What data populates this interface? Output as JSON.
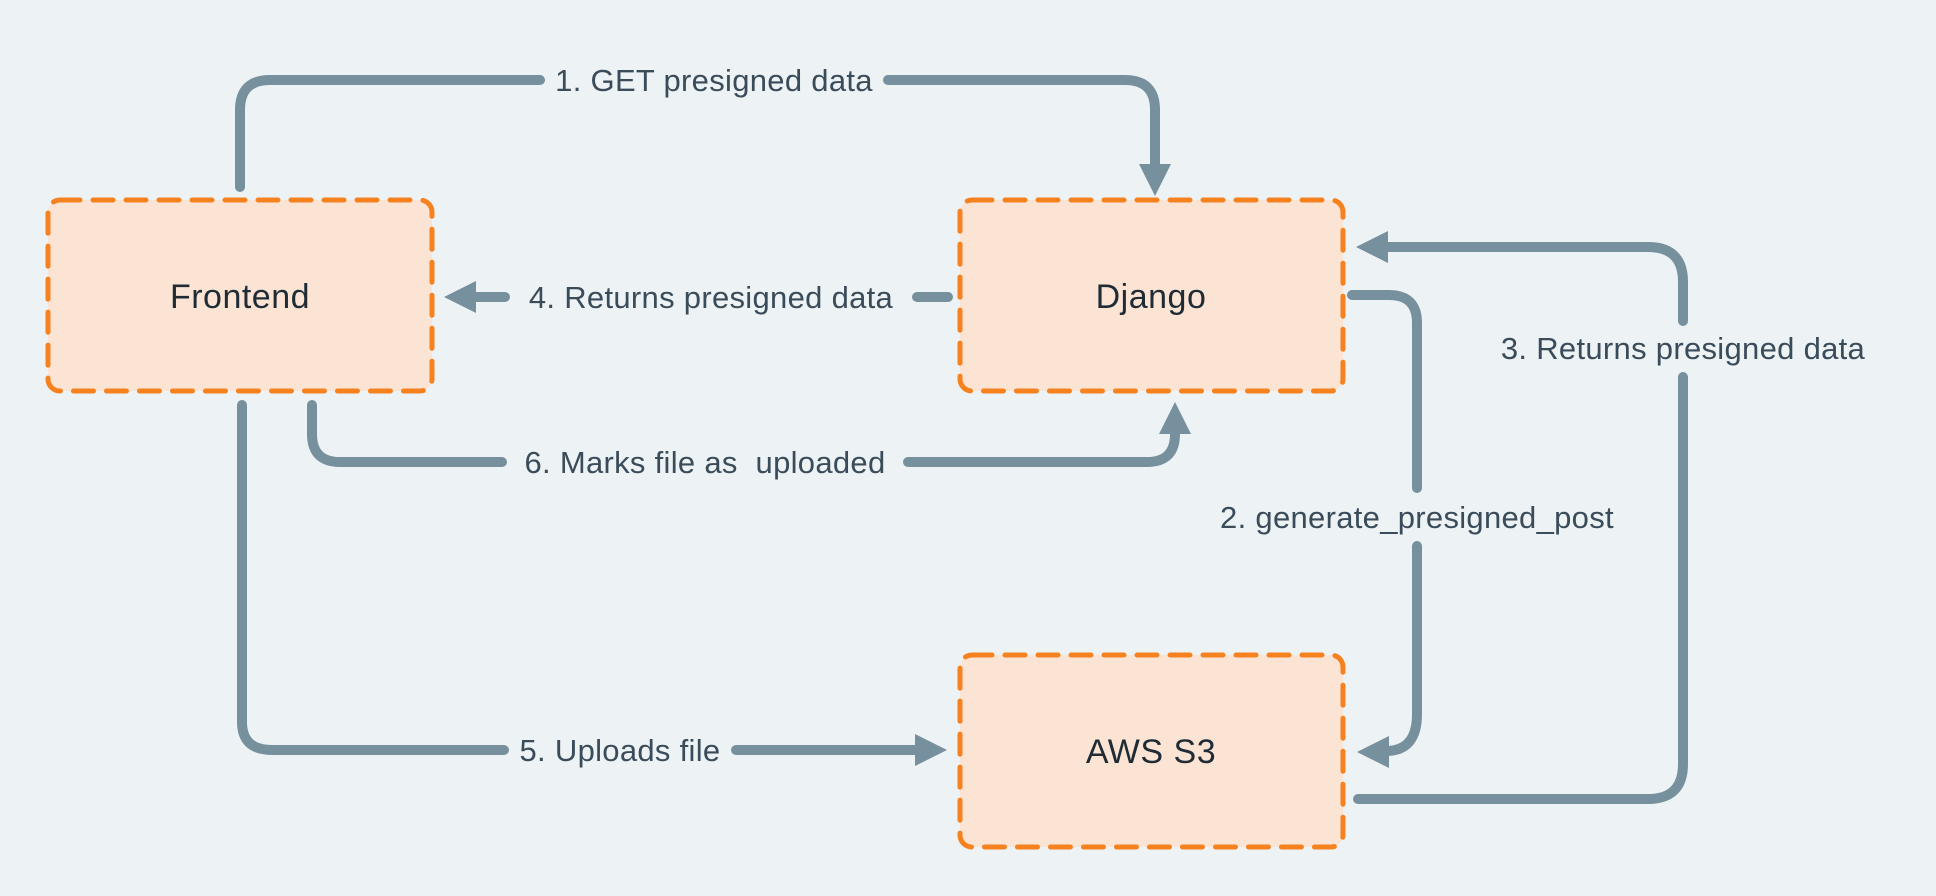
{
  "diagram": {
    "type": "flow-diagram",
    "nodes": [
      {
        "id": "frontend",
        "label": "Frontend"
      },
      {
        "id": "django",
        "label": "Django"
      },
      {
        "id": "aws-s3",
        "label": "AWS S3"
      }
    ],
    "edges": [
      {
        "id": "1",
        "label": "1. GET presigned data",
        "from": "frontend",
        "to": "django"
      },
      {
        "id": "2",
        "label": "2. generate_presigned_post",
        "from": "django",
        "to": "aws-s3"
      },
      {
        "id": "3",
        "label": "3. Returns presigned data",
        "from": "aws-s3",
        "to": "django"
      },
      {
        "id": "4",
        "label": "4. Returns presigned data",
        "from": "django",
        "to": "frontend"
      },
      {
        "id": "5",
        "label": "5. Uploads file",
        "from": "frontend",
        "to": "aws-s3"
      },
      {
        "id": "6",
        "label": "6. Marks file as  uploaded",
        "from": "frontend",
        "to": "django"
      }
    ],
    "colors": {
      "background": "#EDF2F5",
      "node_fill": "#FCE4D4",
      "node_border": "#F6821F",
      "arrow": "#76909D",
      "edge_label_text": "#3A4B59",
      "node_label_text": "#1F2B35"
    }
  }
}
